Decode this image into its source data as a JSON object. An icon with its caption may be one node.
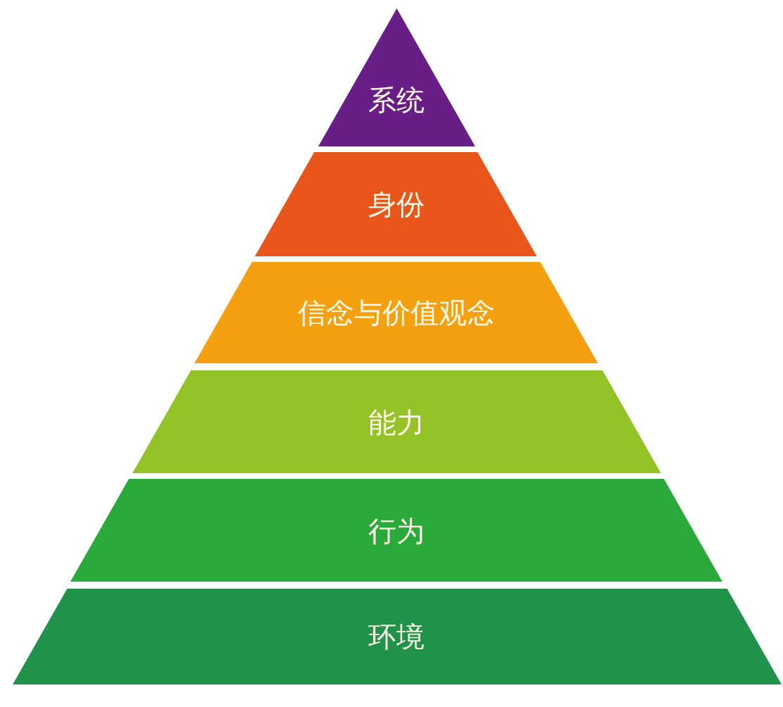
{
  "diagram": {
    "nodes": [
      {
        "text": [
          "系统"
        ]
      },
      {
        "text": [
          "身份"
        ]
      },
      {
        "text": [
          "信念与价值观念"
        ]
      },
      {
        "text": [
          "能力"
        ]
      },
      {
        "text": [
          "行为"
        ]
      },
      {
        "text": [
          "环境"
        ]
      }
    ]
  }
}
